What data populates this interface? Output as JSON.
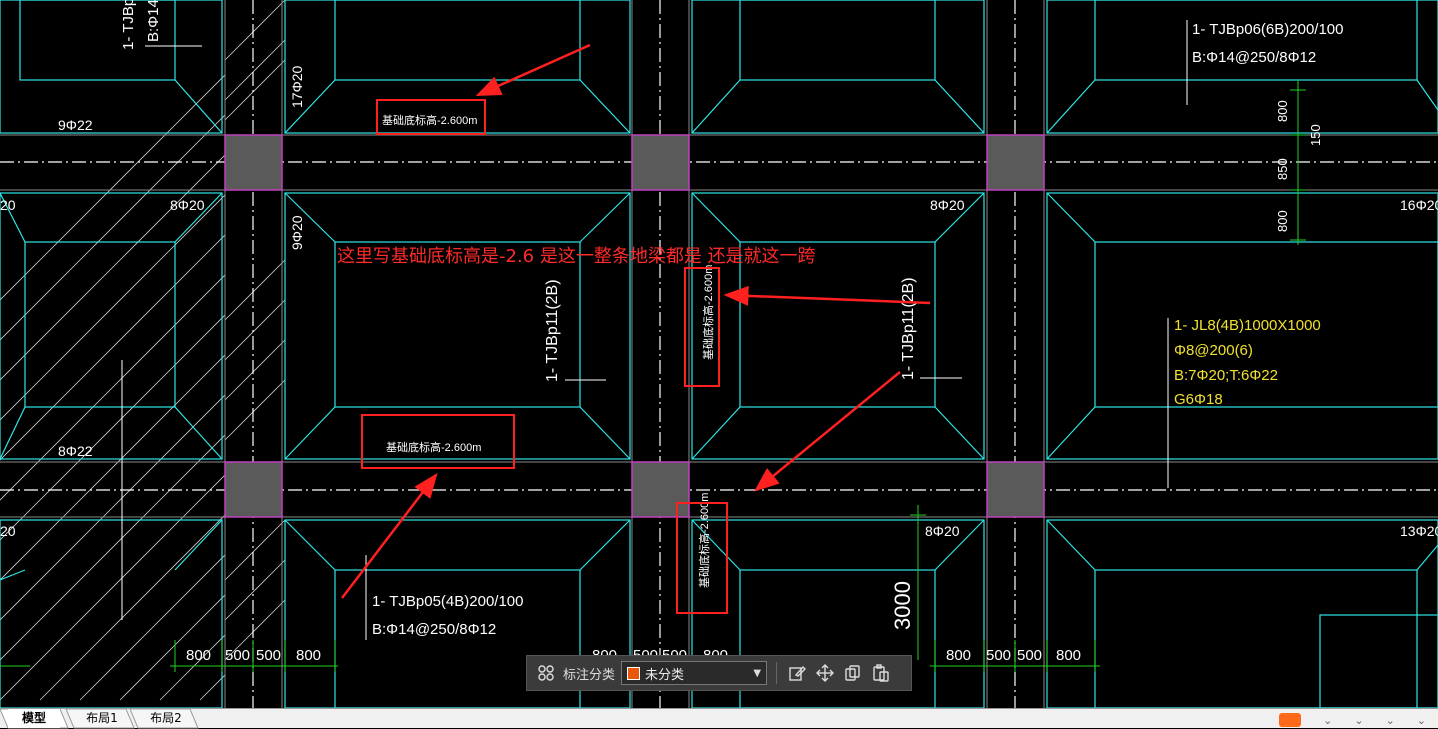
{
  "drawing": {
    "labels": {
      "beam_tl_name": "1- TJBp",
      "beam_tl_rebar": "B:Φ14",
      "left_top_bars": "9Φ22",
      "col_17": "17Φ20",
      "col_9": "9Φ20",
      "left_mid_bars": "8Φ20",
      "left_edge_top": "20",
      "left_lower_bars": "8Φ22",
      "left_edge_bot": "20",
      "mid_bars_right": "8Φ20",
      "mid_bars_lower": "8Φ20",
      "right_bars_top": "16Φ20",
      "right_bars_bot": "13Φ20",
      "beam_tr_name": "1- TJBp06(6B)200/100",
      "beam_tr_rebar": "B:Φ14@250/8Φ12",
      "beam_mid_left": "1- TJBp11(2B)",
      "beam_mid_right": "1- TJBp11(2B)",
      "beam_bot_name": "1- TJBp05(4B)200/100",
      "beam_bot_rebar": "B:Φ14@250/8Φ12",
      "jl_name": "1- JL8(4B)1000X1000",
      "jl_stirrup": "Φ8@200(6)",
      "jl_main": "B:7Φ20;T:6Φ22",
      "jl_side": "G6Φ18",
      "elev_1": "基础底标高-2.600m",
      "elev_2": "基础底标高-2.600m",
      "elev_3": "基础底标高-2.600m",
      "elev_4": "基础底标高-2.600m",
      "dim_800a": "800",
      "dim_850": "850",
      "dim_800b": "800",
      "dim_150": "150",
      "dim_3000": "3000",
      "dims_left": [
        "800",
        "500",
        "500",
        "800"
      ],
      "dims_mid": [
        "800",
        "500",
        "500",
        "800"
      ],
      "dims_right": [
        "800",
        "500",
        "500",
        "800"
      ]
    },
    "annotation_note": "这里写基础底标高是-2.6 是这一整条地梁都是 还是就这一跨",
    "colors": {
      "beam_line": "#2ee6e6",
      "text": "#ffffff",
      "jl_text": "#f0e030",
      "column_fill": "#5a5a5a",
      "column_edge": "#c040c0",
      "dimension": "#20d020",
      "annotation_red": "#ff2020"
    }
  },
  "toolbar": {
    "category_label": "标注分类",
    "category_value": "未分类",
    "icons": [
      "grid-icon",
      "edit-icon",
      "move-icon",
      "copy-icon",
      "paste-icon"
    ]
  },
  "tabs": [
    {
      "label": "模型",
      "active": true
    },
    {
      "label": "布局1",
      "active": false
    },
    {
      "label": "布局2",
      "active": false
    }
  ]
}
